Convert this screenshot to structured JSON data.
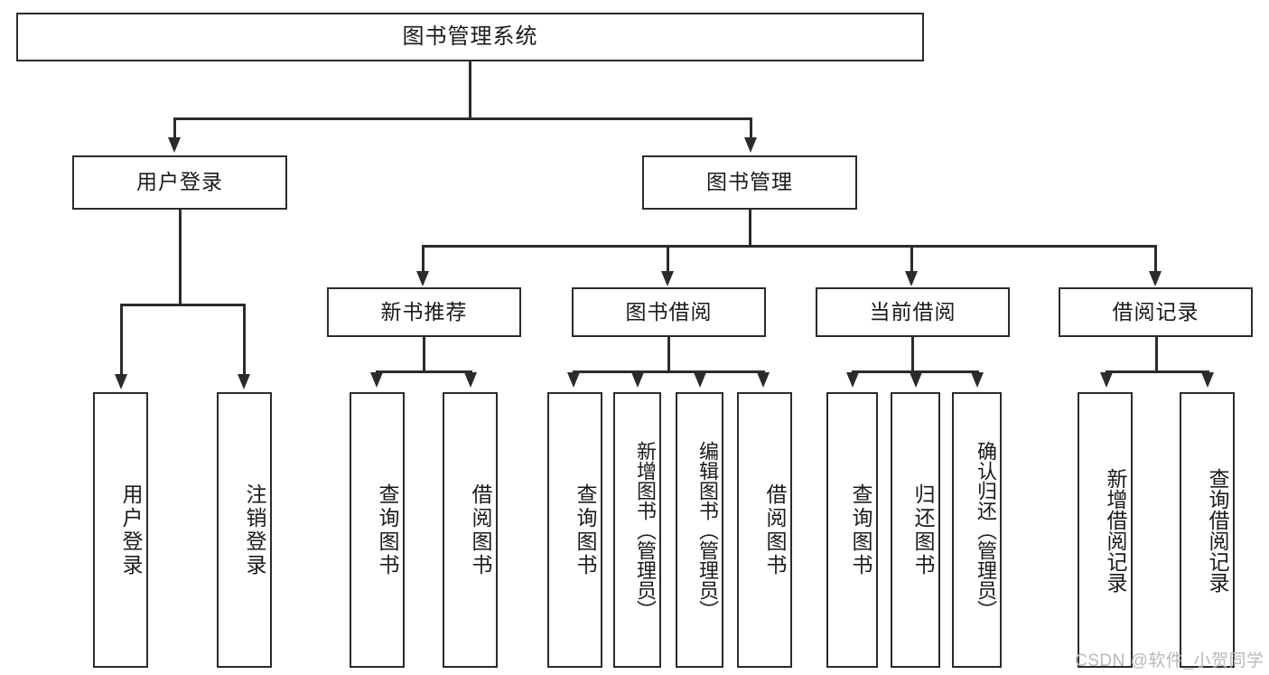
{
  "diagram": {
    "title": "图书管理系统",
    "type": "tree-hierarchy",
    "root": {
      "id": "root",
      "label": "图书管理系统"
    },
    "level1": [
      {
        "id": "user-login",
        "label": "用户登录"
      },
      {
        "id": "book-manage",
        "label": "图书管理"
      }
    ],
    "level2": [
      {
        "id": "new-book-recommend",
        "label": "新书推荐",
        "parent": "book-manage"
      },
      {
        "id": "book-borrow",
        "label": "图书借阅",
        "parent": "book-manage"
      },
      {
        "id": "current-borrow",
        "label": "当前借阅",
        "parent": "book-manage"
      },
      {
        "id": "borrow-record",
        "label": "借阅记录",
        "parent": "book-manage"
      }
    ],
    "leaves": {
      "user_login": [
        {
          "id": "leaf-user-login",
          "label": "用户登录"
        },
        {
          "id": "leaf-user-logout",
          "label": "注销登录"
        }
      ],
      "new_book_recommend": [
        {
          "id": "leaf-query-book-1",
          "label": "查询图书"
        },
        {
          "id": "leaf-borrow-book-1",
          "label": "借阅图书"
        }
      ],
      "book_borrow": [
        {
          "id": "leaf-query-book-2",
          "label": "查询图书"
        },
        {
          "id": "leaf-add-book",
          "label": "新增图书（管理员）"
        },
        {
          "id": "leaf-edit-book",
          "label": "编辑图书（管理员）"
        },
        {
          "id": "leaf-borrow-book-2",
          "label": "借阅图书"
        }
      ],
      "current_borrow": [
        {
          "id": "leaf-query-book-3",
          "label": "查询图书"
        },
        {
          "id": "leaf-return-book",
          "label": "归还图书"
        },
        {
          "id": "leaf-confirm-return",
          "label": "确认归还（管理员）"
        }
      ],
      "borrow_record": [
        {
          "id": "leaf-add-record",
          "label": "新增借阅记录"
        },
        {
          "id": "leaf-query-record",
          "label": "查询借阅记录"
        }
      ]
    }
  },
  "watermark": {
    "text": "CSDN @软件_小贺同学"
  },
  "colors": {
    "background": "#ffffff",
    "box_border": "#2b2b2b",
    "box_fill": "#ffffff",
    "text": "#1a1a1a",
    "connector": "#2b2b2b",
    "watermark": "#b9b9b9"
  }
}
